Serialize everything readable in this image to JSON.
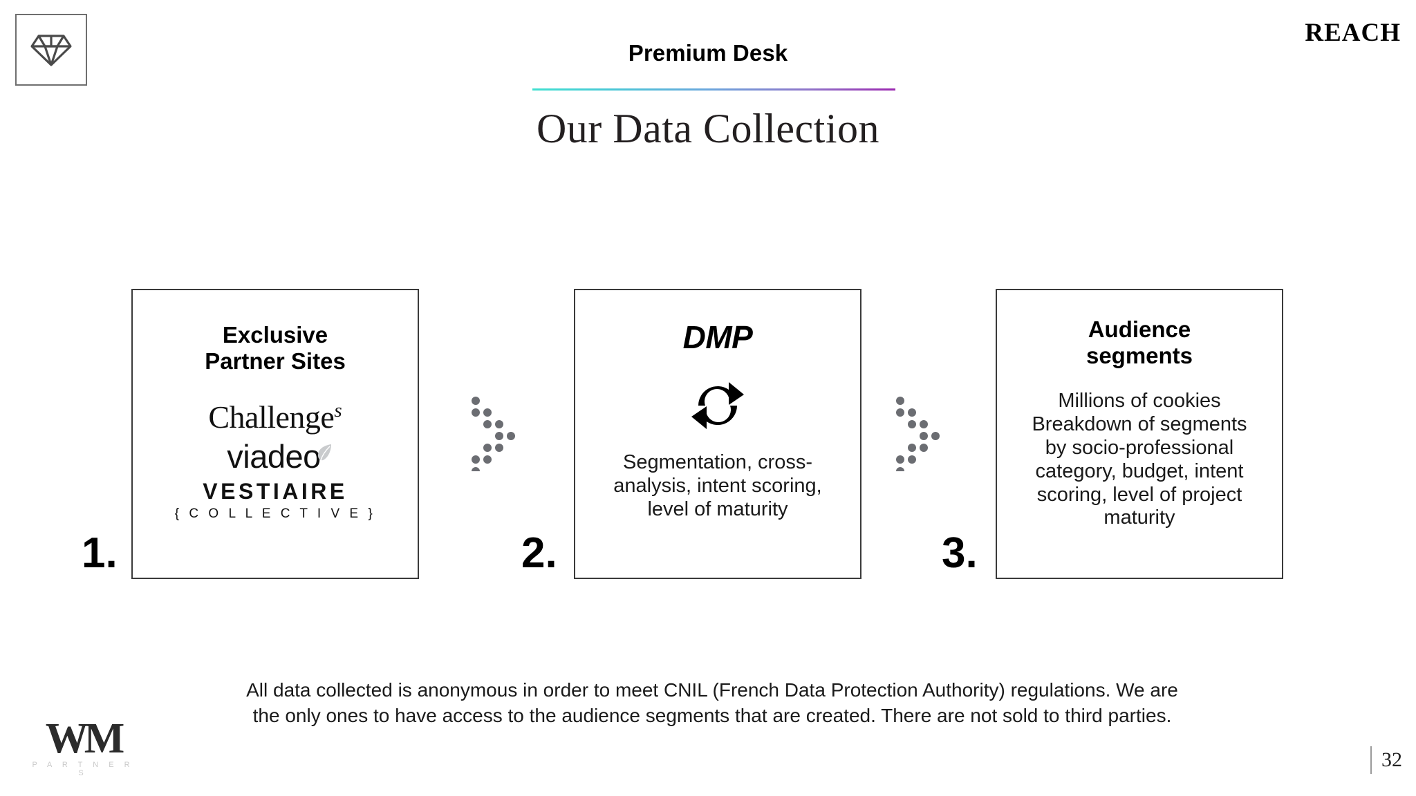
{
  "brand": {
    "mark_icon": "diamond-icon",
    "corner_logo": "REACH",
    "footer_logo_mark": "WM",
    "footer_logo_sub": "P A R T N E R S"
  },
  "header": {
    "eyebrow": "Premium Desk",
    "title": "Our Data Collection",
    "rule_gradient_start": "#3fe0d0",
    "rule_gradient_end": "#9b27b0"
  },
  "steps": [
    {
      "number": "1.",
      "heading": "Exclusive\nPartner Sites",
      "body": "",
      "logos": [
        {
          "name": "challenges-logo",
          "text": "Challenge",
          "superscript": "s"
        },
        {
          "name": "viadeo-logo",
          "text": "viadeo"
        },
        {
          "name": "vestiaire-collective-logo",
          "main": "VESTIAIRE",
          "sub": "{ C O L L E C T I V E }"
        }
      ]
    },
    {
      "number": "2.",
      "heading": "DMP",
      "icon": "sync-arrows-icon",
      "body": "Segmentation, cross-\nanalysis, intent scoring,\nlevel of maturity"
    },
    {
      "number": "3.",
      "heading": "Audience\nsegments",
      "body": "Millions of cookies\nBreakdown of segments\nby socio-professional\ncategory, budget, intent\nscoring, level of project\nmaturity"
    }
  ],
  "connectors": {
    "icon": "dotted-chevron-right-icon",
    "dot_color": "#6b6d72",
    "count": 2
  },
  "footnote": "All data collected is anonymous in order to meet CNIL (French Data Protection Authority) regulations. We are\nthe only ones to have access to the audience segments that are created. There are not sold to third parties.",
  "page_number": "32"
}
